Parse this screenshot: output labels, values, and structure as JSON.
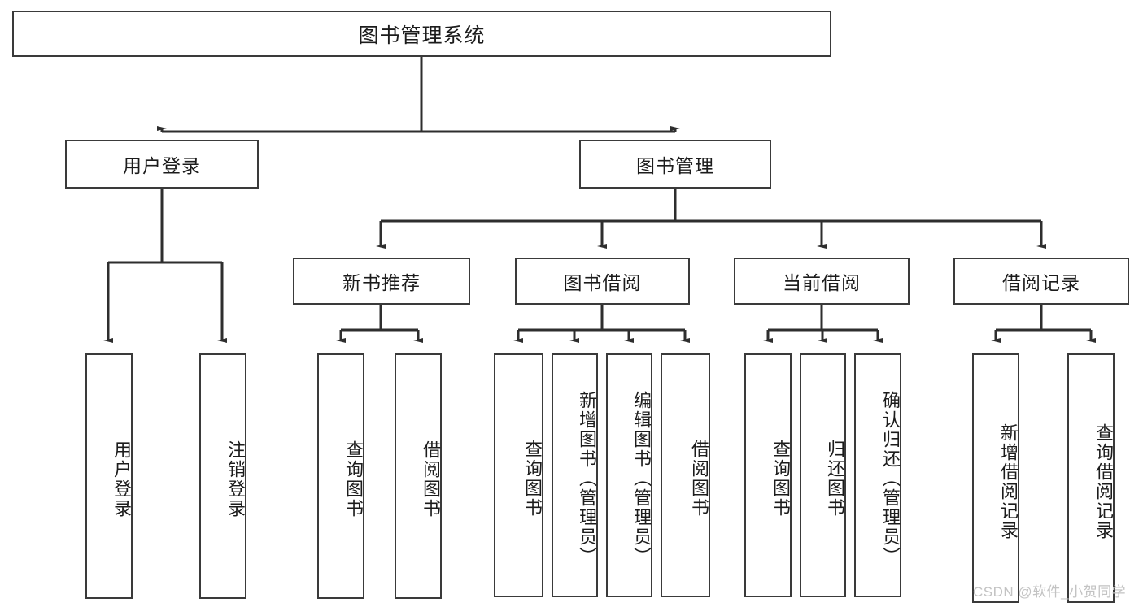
{
  "diagram": {
    "type": "tree",
    "title": "图书管理系统",
    "root": {
      "label": "图书管理系统"
    },
    "level1": [
      {
        "label": "用户登录"
      },
      {
        "label": "图书管理"
      }
    ],
    "level2": [
      {
        "label": "新书推荐"
      },
      {
        "label": "图书借阅"
      },
      {
        "label": "当前借阅"
      },
      {
        "label": "借阅记录"
      }
    ],
    "leaves": {
      "user_login": [
        {
          "label": "用户登录"
        },
        {
          "label": "注销登录"
        }
      ],
      "new_book": [
        {
          "label": "查询图书"
        },
        {
          "label": "借阅图书"
        }
      ],
      "book_borrow": [
        {
          "label": "查询图书"
        },
        {
          "label": "新增图书（管理员）"
        },
        {
          "label": "编辑图书（管理员）"
        },
        {
          "label": "借阅图书"
        }
      ],
      "current_borrow": [
        {
          "label": "查询图书"
        },
        {
          "label": "归还图书"
        },
        {
          "label": "确认归还（管理员）"
        }
      ],
      "borrow_record": [
        {
          "label": "新增借阅记录"
        },
        {
          "label": "查询借阅记录"
        }
      ]
    }
  },
  "watermark": {
    "text": "CSDN @软件_小贺同学"
  },
  "colors": {
    "border": "#3a3a3a",
    "text": "#1c1c1c",
    "background": "#ffffff",
    "watermark": "#c3c3c3"
  }
}
